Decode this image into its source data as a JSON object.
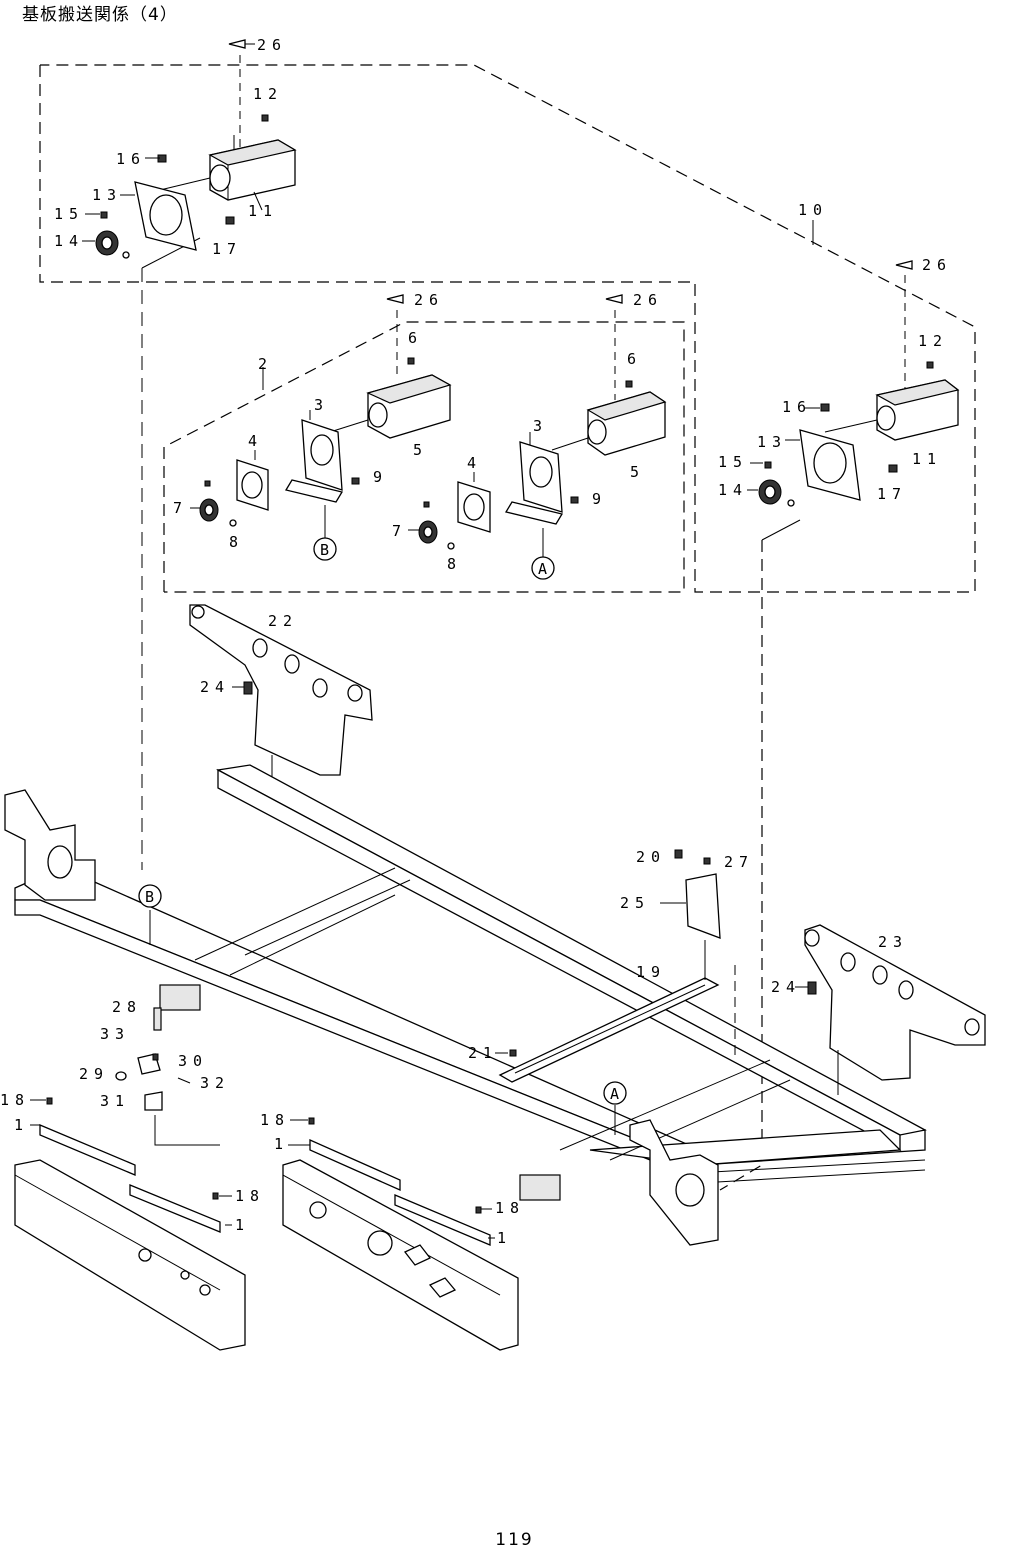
{
  "document": {
    "title": "基板搬送関係（4）",
    "page_number": "119"
  },
  "callouts": [
    {
      "id": "c26a",
      "label": "26"
    },
    {
      "id": "c12a",
      "label": "12"
    },
    {
      "id": "c16a",
      "label": "16"
    },
    {
      "id": "c13a",
      "label": "13"
    },
    {
      "id": "c11a",
      "label": "11"
    },
    {
      "id": "c15a",
      "label": "15"
    },
    {
      "id": "c14a",
      "label": "14"
    },
    {
      "id": "c17a",
      "label": "17"
    },
    {
      "id": "c10",
      "label": "10"
    },
    {
      "id": "c26b",
      "label": "26"
    },
    {
      "id": "c26c",
      "label": "26"
    },
    {
      "id": "c26d",
      "label": "26"
    },
    {
      "id": "c2",
      "label": "2"
    },
    {
      "id": "c6a",
      "label": "6"
    },
    {
      "id": "c6b",
      "label": "6"
    },
    {
      "id": "c3a",
      "label": "3"
    },
    {
      "id": "c3b",
      "label": "3"
    },
    {
      "id": "c4a",
      "label": "4"
    },
    {
      "id": "c4b",
      "label": "4"
    },
    {
      "id": "c5a",
      "label": "5"
    },
    {
      "id": "c5b",
      "label": "5"
    },
    {
      "id": "c9a",
      "label": "9"
    },
    {
      "id": "c9b",
      "label": "9"
    },
    {
      "id": "c7a",
      "label": "7"
    },
    {
      "id": "c7b",
      "label": "7"
    },
    {
      "id": "c8a",
      "label": "8"
    },
    {
      "id": "c8b",
      "label": "8"
    },
    {
      "id": "c12b",
      "label": "12"
    },
    {
      "id": "c16b",
      "label": "16"
    },
    {
      "id": "c13b",
      "label": "13"
    },
    {
      "id": "c11b",
      "label": "11"
    },
    {
      "id": "c15b",
      "label": "15"
    },
    {
      "id": "c14b",
      "label": "14"
    },
    {
      "id": "c17b",
      "label": "17"
    },
    {
      "id": "c22",
      "label": "22"
    },
    {
      "id": "c24a",
      "label": "24"
    },
    {
      "id": "c20",
      "label": "20"
    },
    {
      "id": "c27",
      "label": "27"
    },
    {
      "id": "c25",
      "label": "25"
    },
    {
      "id": "c23",
      "label": "23"
    },
    {
      "id": "c19",
      "label": "19"
    },
    {
      "id": "c24b",
      "label": "24"
    },
    {
      "id": "c28",
      "label": "28"
    },
    {
      "id": "c33",
      "label": "33"
    },
    {
      "id": "c30",
      "label": "30"
    },
    {
      "id": "c29",
      "label": "29"
    },
    {
      "id": "c32",
      "label": "32"
    },
    {
      "id": "c31",
      "label": "31"
    },
    {
      "id": "c21",
      "label": "21"
    },
    {
      "id": "c18a",
      "label": "18"
    },
    {
      "id": "c1a",
      "label": "1"
    },
    {
      "id": "c18b",
      "label": "18"
    },
    {
      "id": "c1b",
      "label": "1"
    },
    {
      "id": "c18c",
      "label": "18"
    },
    {
      "id": "c1c",
      "label": "1"
    },
    {
      "id": "c18d",
      "label": "18"
    },
    {
      "id": "c1d",
      "label": "1"
    }
  ],
  "reference_marks": [
    {
      "id": "refB1",
      "label": "B"
    },
    {
      "id": "refA1",
      "label": "A"
    },
    {
      "id": "refB2",
      "label": "B"
    },
    {
      "id": "refA2",
      "label": "A"
    }
  ]
}
